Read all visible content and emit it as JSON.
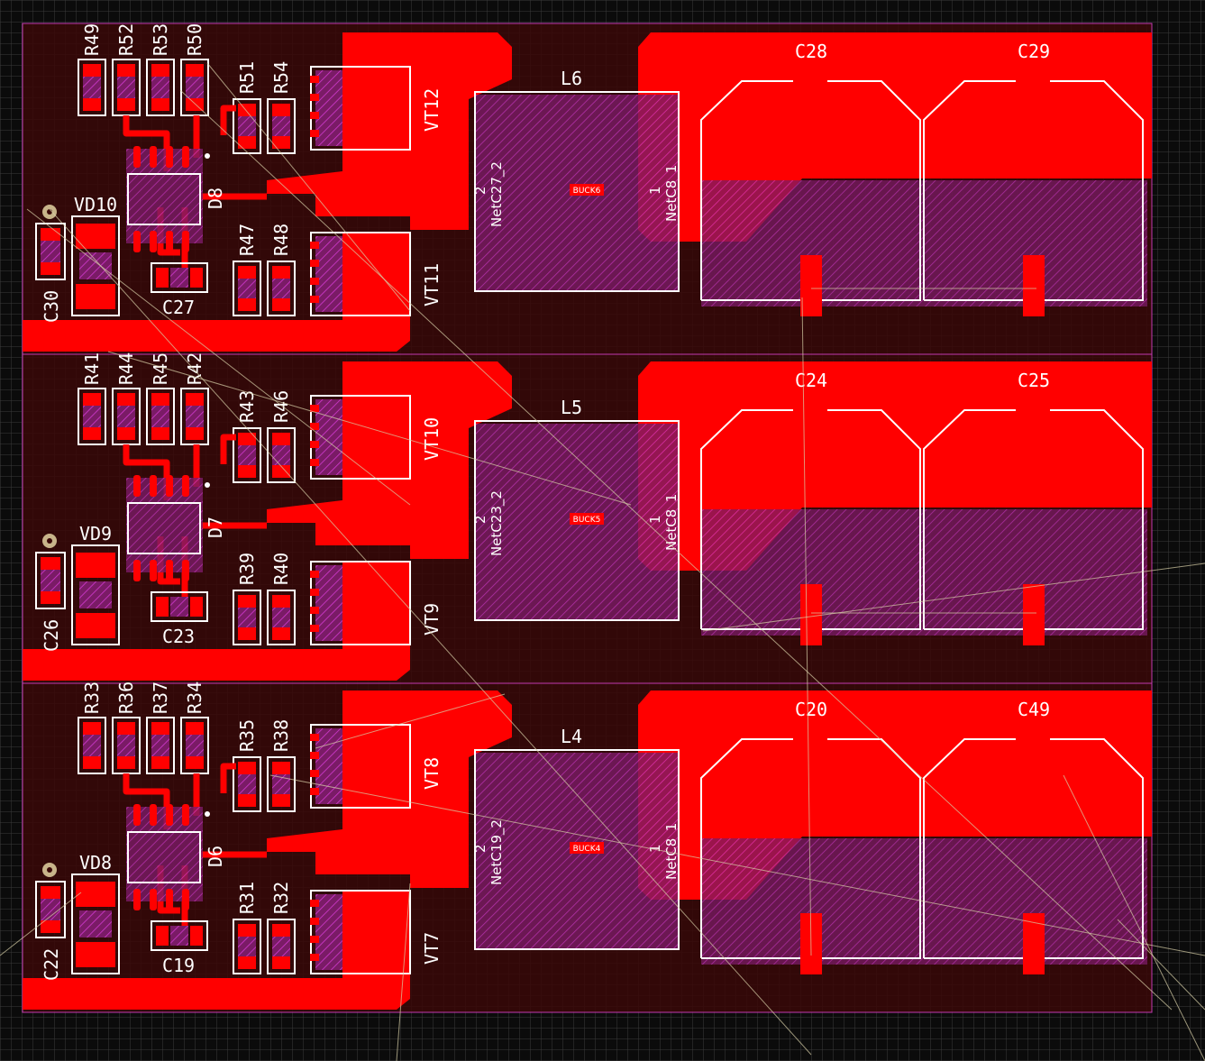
{
  "colors": {
    "background": "#0b0b0b",
    "board": "#3a0808",
    "copper": "#ff0000",
    "silkscreen": "#ffffff",
    "pad_fill": "#7a1b66",
    "hatch": "#d23ad0",
    "ratsnest": "#d8d0a8",
    "board_edge": "#c03ab0"
  },
  "stages": [
    {
      "resistors_top": [
        "R49",
        "R52",
        "R53",
        "R50"
      ],
      "resistors_mid": [
        "R51",
        "R54"
      ],
      "resistors_low": [
        "R47",
        "R48"
      ],
      "diode": "VD10",
      "ic": "D8",
      "cap_left": "C30",
      "cap_small": "C27",
      "transistor_top": "VT12",
      "transistor_bottom": "VT11",
      "inductor": "L6",
      "inductor_tag": "BUCK6",
      "pin2_net": "NetC27_2",
      "pin1_net": "NetC8_1",
      "pin2_num": "2",
      "pin1_num": "1",
      "cap_big_left": "C28",
      "cap_big_right": "C29"
    },
    {
      "resistors_top": [
        "R41",
        "R44",
        "R45",
        "R42"
      ],
      "resistors_mid": [
        "R43",
        "R46"
      ],
      "resistors_low": [
        "R39",
        "R40"
      ],
      "diode": "VD9",
      "ic": "D7",
      "cap_left": "C26",
      "cap_small": "C23",
      "transistor_top": "VT10",
      "transistor_bottom": "VT9",
      "inductor": "L5",
      "inductor_tag": "BUCK5",
      "pin2_net": "NetC23_2",
      "pin1_net": "NetC8_1",
      "pin2_num": "2",
      "pin1_num": "1",
      "cap_big_left": "C24",
      "cap_big_right": "C25"
    },
    {
      "resistors_top": [
        "R33",
        "R36",
        "R37",
        "R34"
      ],
      "resistors_mid": [
        "R35",
        "R38"
      ],
      "resistors_low": [
        "R31",
        "R32"
      ],
      "diode": "VD8",
      "ic": "D6",
      "cap_left": "C22",
      "cap_small": "C19",
      "transistor_top": "VT8",
      "transistor_bottom": "VT7",
      "inductor": "L4",
      "inductor_tag": "BUCK4",
      "pin2_net": "NetC19_2",
      "pin1_net": "NetC8_1",
      "pin2_num": "2",
      "pin1_num": "1",
      "cap_big_left": "C20",
      "cap_big_right": "C49"
    }
  ]
}
